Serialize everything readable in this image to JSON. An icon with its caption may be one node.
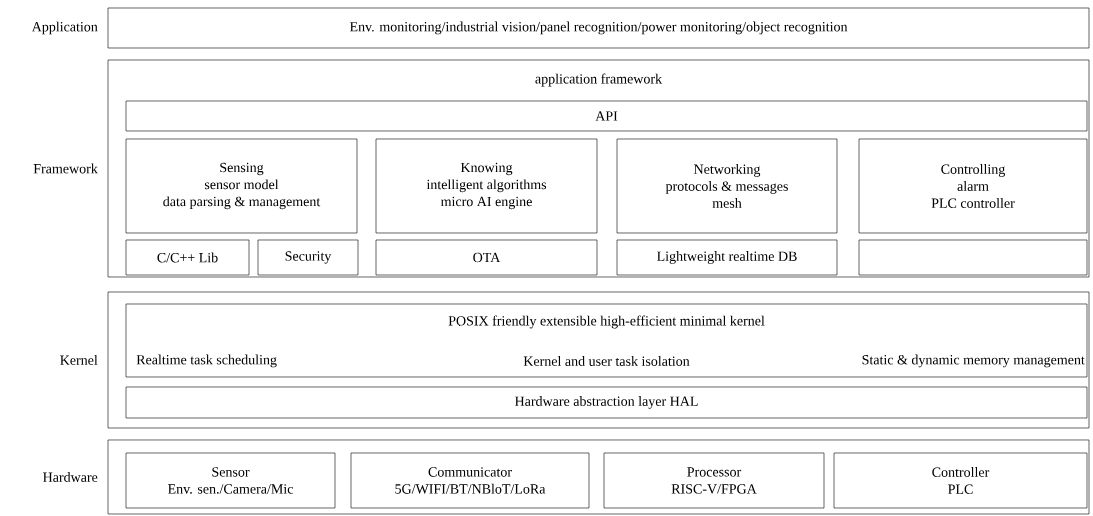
{
  "diagram": {
    "nodes": [
      {
        "text": [
          "Env. monitoring/industrial vision/panel recognition/power monitoring/object recognition"
        ],
        "beside": [
          "Application"
        ]
      },
      {
        "text": [
          "application framework"
        ],
        "beside": [
          "Framework"
        ]
      },
      {
        "text": [
          "API"
        ],
        "in": 1
      },
      {
        "text": [
          "Sensing",
          "sensor model",
          "data parsing & management"
        ],
        "in": 1
      },
      {
        "text": [
          "Knowing",
          "intelligent algorithms",
          "micro AI engine"
        ],
        "in": 1
      },
      {
        "text": [
          "Networking",
          "protocols & messages",
          "mesh"
        ],
        "in": 1
      },
      {
        "text": [
          "Controlling",
          "alarm",
          "PLC controller"
        ],
        "in": 1
      },
      {
        "text": [
          "C/C++ Lib"
        ],
        "in": 1
      },
      {
        "text": [
          "Security"
        ],
        "in": 1
      },
      {
        "text": [
          "OTA"
        ],
        "in": 1
      },
      {
        "text": [
          "Lightweight realtime DB"
        ],
        "in": 1
      },
      {
        "text": [],
        "shape": "box",
        "in": 1
      },
      {
        "text": [],
        "shape": "box",
        "beside": [
          "Kernel"
        ]
      },
      {
        "text": [
          "POSIX friendly extensible high-efficient minimal kernel",
          "Realtime task scheduling",
          "Kernel and user task isolation",
          "Static & dynamic memory management"
        ],
        "in": 12
      },
      {
        "text": [
          "Hardware abstraction layer HAL"
        ],
        "in": 12
      },
      {
        "text": [],
        "shape": "box",
        "beside": [
          "Hardware"
        ]
      },
      {
        "text": [
          "Sensor",
          "Env. sen./Camera/Mic"
        ],
        "in": 15
      },
      {
        "text": [
          "Communicator",
          "5G/WIFI/BT/NBloT/LoRa"
        ],
        "in": 15
      },
      {
        "text": [
          "Processor",
          "RISC-V/FPGA"
        ],
        "in": 15
      },
      {
        "text": [
          "Controller",
          "PLC"
        ],
        "in": 15
      }
    ]
  }
}
